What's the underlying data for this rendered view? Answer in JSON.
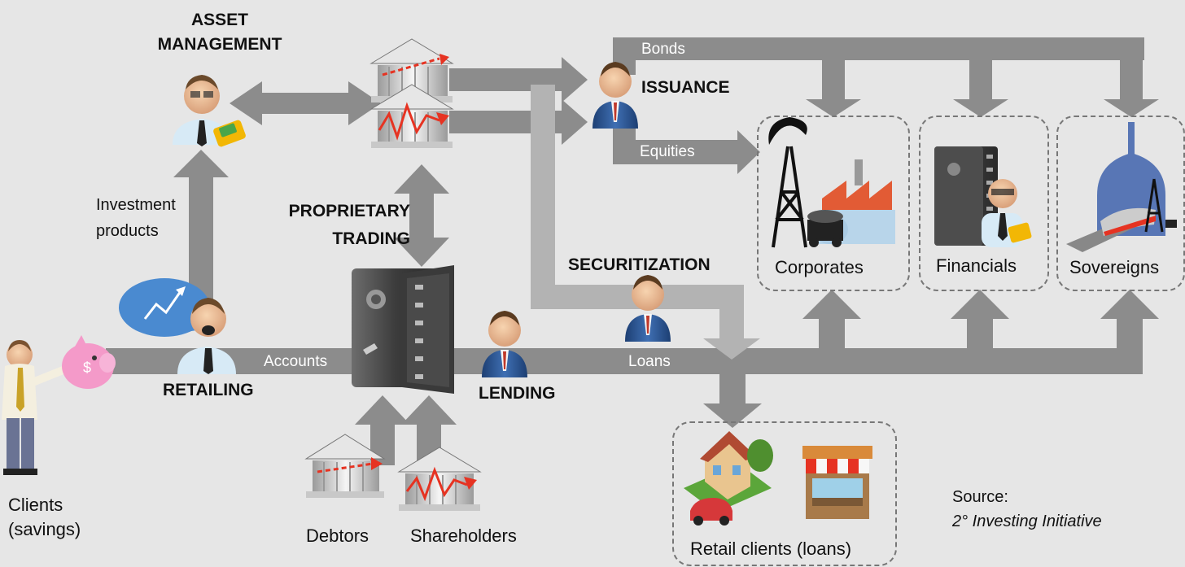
{
  "roles": {
    "asset_management": "ASSET\nMANAGEMENT",
    "issuance": "ISSUANCE",
    "proprietary_trading": "PROPRIETARY\nTRADING",
    "securitization": "SECURITIZATION",
    "retailing": "RETAILING",
    "lending": "LENDING"
  },
  "flows": {
    "bonds": "Bonds",
    "equities": "Equities",
    "accounts": "Accounts",
    "loans": "Loans",
    "investment_products": "Investment\nproducts"
  },
  "entities": {
    "corporates": "Corporates",
    "financials": "Financials",
    "sovereigns": "Sovereigns",
    "retail_clients": "Retail clients (loans)",
    "clients": "Clients\n(savings)",
    "debtors": "Debtors",
    "shareholders": "Shareholders"
  },
  "source": {
    "label": "Source:",
    "name": "2° Investing Initiative"
  },
  "colors": {
    "background": "#e6e6e6",
    "arrow": "#8c8c8c",
    "arrow_light": "#b3b3b3",
    "accent_red": "#e63322"
  }
}
